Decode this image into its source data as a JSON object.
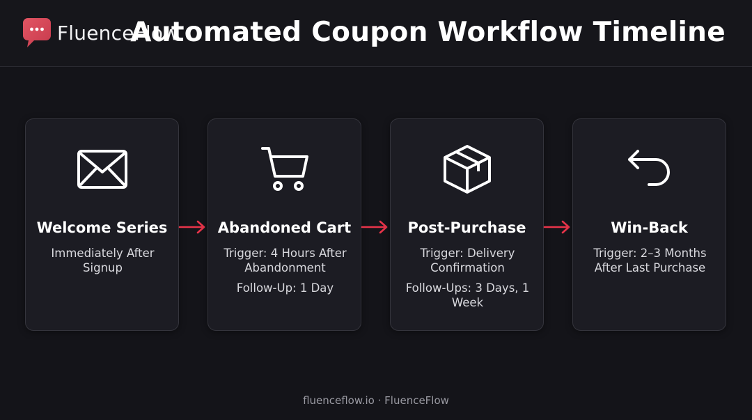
{
  "header": {
    "brand_name": "FluenceFlow",
    "title": "Automated Coupon Workflow Timeline"
  },
  "stages": [
    {
      "icon": "envelope-icon",
      "title": "Welcome Series",
      "description": "Immediately After Signup",
      "follow_up": ""
    },
    {
      "icon": "cart-icon",
      "title": "Abandoned Cart",
      "description": "Trigger: 4 Hours After Abandonment",
      "follow_up": "Follow-Up: 1 Day"
    },
    {
      "icon": "box-icon",
      "title": "Post-Purchase",
      "description": "Trigger: Delivery Confirmation",
      "follow_up": "Follow-Ups: 3 Days, 1 Week"
    },
    {
      "icon": "undo-arrow-icon",
      "title": "Win-Back",
      "description": "Trigger: 2–3 Months After Last Purchase",
      "follow_up": ""
    }
  ],
  "footer": {
    "text": "fluenceflow.io · FluenceFlow"
  },
  "colors": {
    "background": "#141419",
    "card": "#1c1c23",
    "accent": "#e8344a",
    "brand_icon": "#d94a5a"
  }
}
